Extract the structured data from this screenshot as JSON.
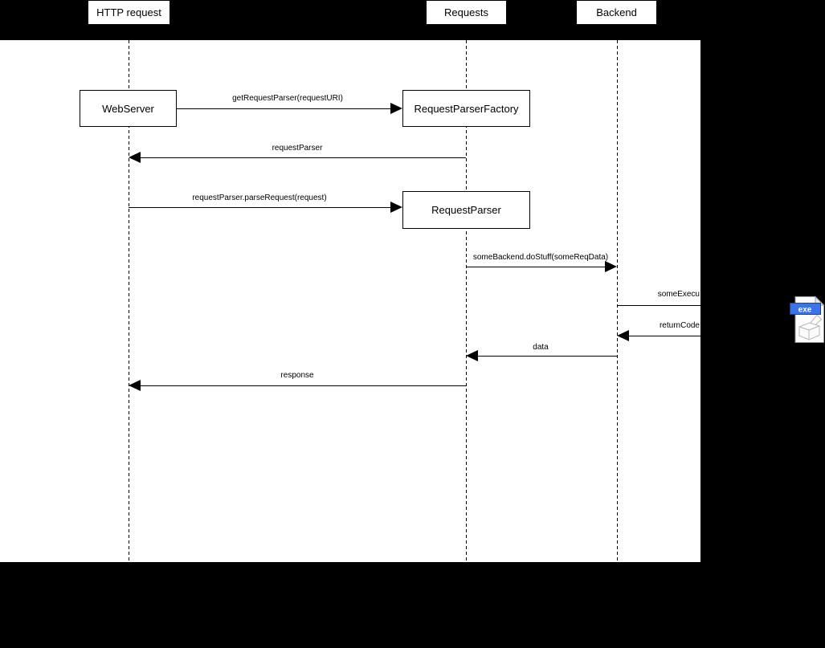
{
  "header": {
    "participants": [
      {
        "label": "HTTP request"
      },
      {
        "label": "Requests"
      },
      {
        "label": "Backend"
      }
    ]
  },
  "diagram": {
    "objects": [
      {
        "label": "WebServer"
      },
      {
        "label": "RequestParserFactory"
      },
      {
        "label": "RequestParser"
      }
    ],
    "messages": [
      {
        "label": "getRequestParser(requestURI)",
        "direction": "right"
      },
      {
        "label": "requestParser",
        "direction": "left"
      },
      {
        "label": "requestParser.parseRequest(request)",
        "direction": "right"
      },
      {
        "label": "someBackend.doStuff(someReqData)",
        "direction": "right"
      },
      {
        "label": "someExecu",
        "direction": "right",
        "clipped": true
      },
      {
        "label": "returnCode",
        "direction": "left",
        "clipped": true
      },
      {
        "label": "data",
        "direction": "left"
      },
      {
        "label": "response",
        "direction": "left"
      }
    ]
  },
  "exe_icon": {
    "label": "exe",
    "banner_color": "#3B74E8",
    "banner_border": "#1E3F9E",
    "text_color": "#FFFFFF",
    "page_fill": "#FDFDFD",
    "page_outline": "#999999",
    "fold_fill": "#E8E8E8",
    "box_outline": "#B8B8B8",
    "box_fill": "#FCFCFC"
  },
  "colors": {
    "background": "#000000",
    "canvas": "#FFFFFF",
    "line": "#000000"
  }
}
